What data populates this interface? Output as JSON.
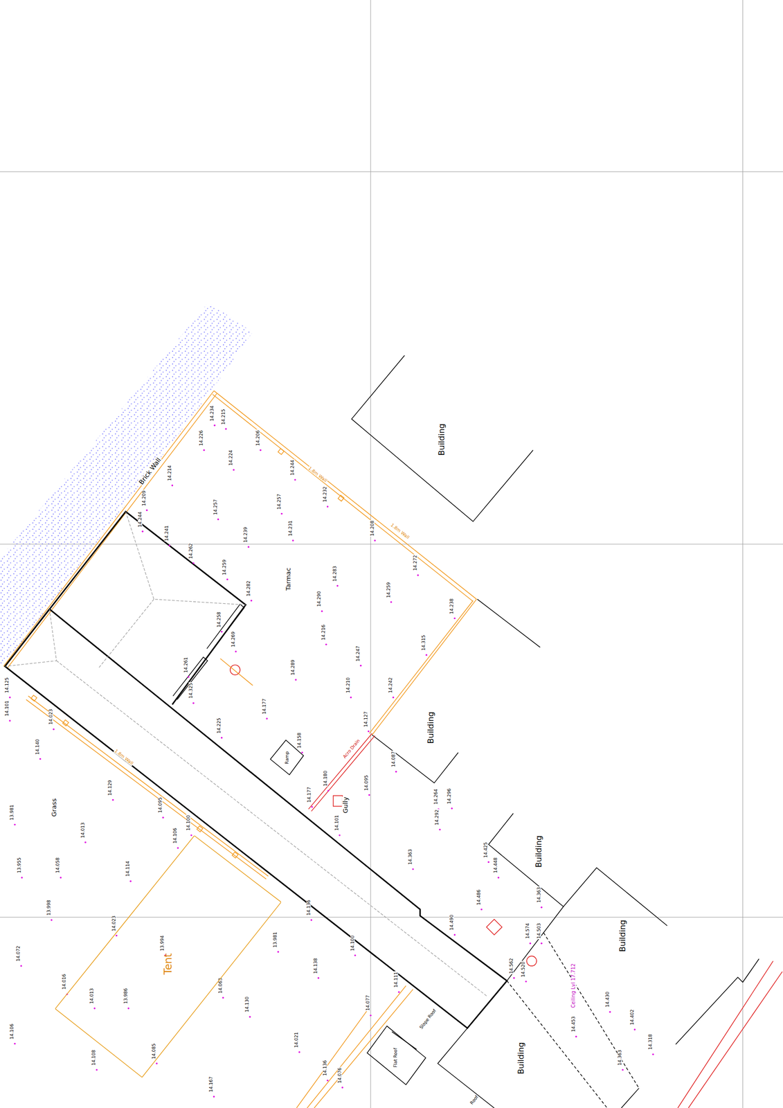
{
  "diagram": {
    "nodes": [
      {
        "text": [
          "Tent"
        ]
      },
      {
        "text": [
          "Ramp"
        ]
      }
    ],
    "labels": [
      "14.234",
      "14.215",
      "14.226",
      "14.206",
      "14.224",
      "14.244",
      "14.214",
      "14.209",
      "14.257",
      "14.257",
      "14.232",
      "14.244",
      "14.241",
      "14.231",
      "14.208",
      "14.239",
      "14.262",
      "14.259",
      "14.282",
      "14.283",
      "14.272",
      "14.259",
      "14.290",
      "14.238",
      "14.258",
      "14.269",
      "14.216",
      "14.315",
      "14.261",
      "14.289",
      "14.247",
      "14.325",
      "14.210",
      "14.242",
      "14.177",
      "14.225",
      "14.127",
      "14.158",
      "14.087",
      "14.180",
      "14.095",
      "14.177",
      "14.101",
      "14.264",
      "14.296",
      "14.292",
      "14.363",
      "14.425",
      "14.448",
      "14.486",
      "14.363",
      "14.490",
      "14.574",
      "14.503",
      "14.562",
      "14.520",
      "14.430",
      "14.402",
      "14.453",
      "14.363",
      "14.318",
      "14.125",
      "14.101",
      "14.023",
      "14.140",
      "14.129",
      "13.981",
      "14.095",
      "14.013",
      "14.106",
      "14.100",
      "13.955",
      "14.058",
      "14.114",
      "13.998",
      "14.136",
      "14.023",
      "13.994",
      "13.981",
      "14.072",
      "14.100",
      "14.016",
      "14.013",
      "13.986",
      "14.063",
      "14.138",
      "14.130",
      "14.077",
      "14.111",
      "14.106",
      "14.108",
      "14.085",
      "14.021",
      "14.136",
      "14.076",
      "14.167",
      "Brick Wall",
      "Tarmac",
      "Grass",
      "Gully",
      "Building",
      "Building",
      "Building",
      "Building",
      "Building",
      "Flat Roof",
      "Slope Roof",
      "Roof",
      "Acro Drain",
      "Ceiling Lvl 17.712",
      "1.8m Wall",
      "1.8m Wall",
      "1.8m Wall"
    ]
  }
}
